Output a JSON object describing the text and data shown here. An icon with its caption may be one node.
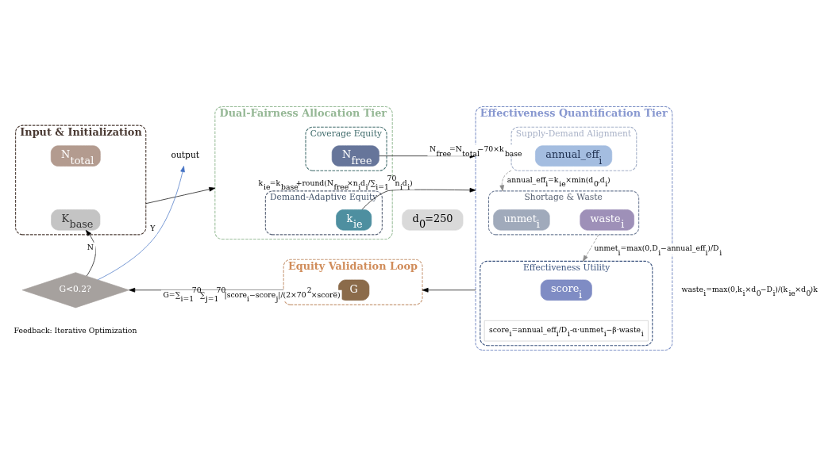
{
  "diagram": {
    "nodes": [
      {
        "text": [
          "Input & Initialization"
        ]
      },
      {
        "text": [
          "N$_{total}$"
        ],
        "in": 0
      },
      {
        "text": [
          "K$_{base}$"
        ],
        "in": 0
      },
      {
        "text": [
          "Dual-Fairness Allocation Tier"
        ]
      },
      {
        "text": [
          "Coverage Equity"
        ],
        "in": 3
      },
      {
        "text": [
          "N$_{free}$"
        ],
        "in": 4
      },
      {
        "text": [
          "Demand-Adaptive Equity"
        ],
        "in": 3
      },
      {
        "text": [
          "k$_{ie}$"
        ],
        "in": 6
      },
      {
        "text": [
          "Effectiveness Quantification Tier"
        ]
      },
      {
        "text": [
          "Supply-Demand Alignment"
        ],
        "in": 8
      },
      {
        "text": [
          "annual_eff$_{i}$"
        ],
        "in": 9
      },
      {
        "text": [
          "Shortage & Waste"
        ],
        "in": 8
      },
      {
        "text": [
          "unmet$_{i}$"
        ],
        "in": 11
      },
      {
        "text": [
          "waste$_{i}$"
        ],
        "in": 11
      },
      {
        "text": [
          "Effectiveness Utility"
        ],
        "in": 8
      },
      {
        "text": [
          "score$_{i}$"
        ],
        "in": 14,
        "beside": [
          "score$_{i}$=annual_eff$_{i}$/D$_{i}$-α·unmet$_{i}$−β·waste$_{i}$"
        ]
      },
      {
        "text": [
          "Equity Validation Loop"
        ]
      },
      {
        "text": [
          "G"
        ],
        "in": 16
      },
      {
        "text": [
          "G<0.2?"
        ]
      },
      {
        "text": [
          "output"
        ]
      },
      {
        "text": [
          "d$_{0}$=250"
        ]
      }
    ],
    "edges": [
      {
        "from": 0,
        "to": 3,
        "arrow": "to"
      },
      {
        "from": 5,
        "to": 8,
        "arrow": "to",
        "label": "N$_{free}$=N$_{total}$−70×k$_{base}$"
      },
      {
        "from": 7,
        "to": 8,
        "arrow": "to",
        "label": "k$_{ie}$=k$_{base}$+round(N$_{free}$×n$_{i}$d$_{i}$/∑$_{i=1}$$^{70}$n$_{i}$d$_{i}$)"
      },
      {
        "from": 9,
        "to": 11,
        "arrow": "to",
        "style": "dashed",
        "color": "#8c8c8c",
        "label": "annual_eff$_{i}$=k$_{ie}$×min(d$_{0}$,d$_{i}$)"
      },
      {
        "from": 11,
        "to": 14,
        "arrow": "to",
        "style": "dashed",
        "color": "#8c8c8c",
        "label": "unmet$_{i}$=max(0,D$_{i}$−annual_eff$_{i}$)/D$_{i}$"
      },
      {
        "from": 8,
        "to": 16,
        "arrow": "to"
      },
      {
        "from": 16,
        "to": 18,
        "arrow": "to",
        "label": "G=∑$_{i=1}$$^{70}$∑$_{j=1}$$^{70}$|score$_{i}$−score$_{j}$|/(2×70$^{2}$×score̅)"
      },
      {
        "from": 18,
        "to": 2,
        "arrow": "to",
        "label": "N"
      },
      {
        "from": 18,
        "to": 19,
        "arrow": "to",
        "label": "Y",
        "color": "#4472c4"
      }
    ],
    "labels": [
      "Feedback: Iterative Optimization",
      "waste$_{i}$=max(0,k$_{i}$×d$_{0}$−D$_{i}$)/(k$_{ie}$×d$_{0}$)k"
    ]
  }
}
